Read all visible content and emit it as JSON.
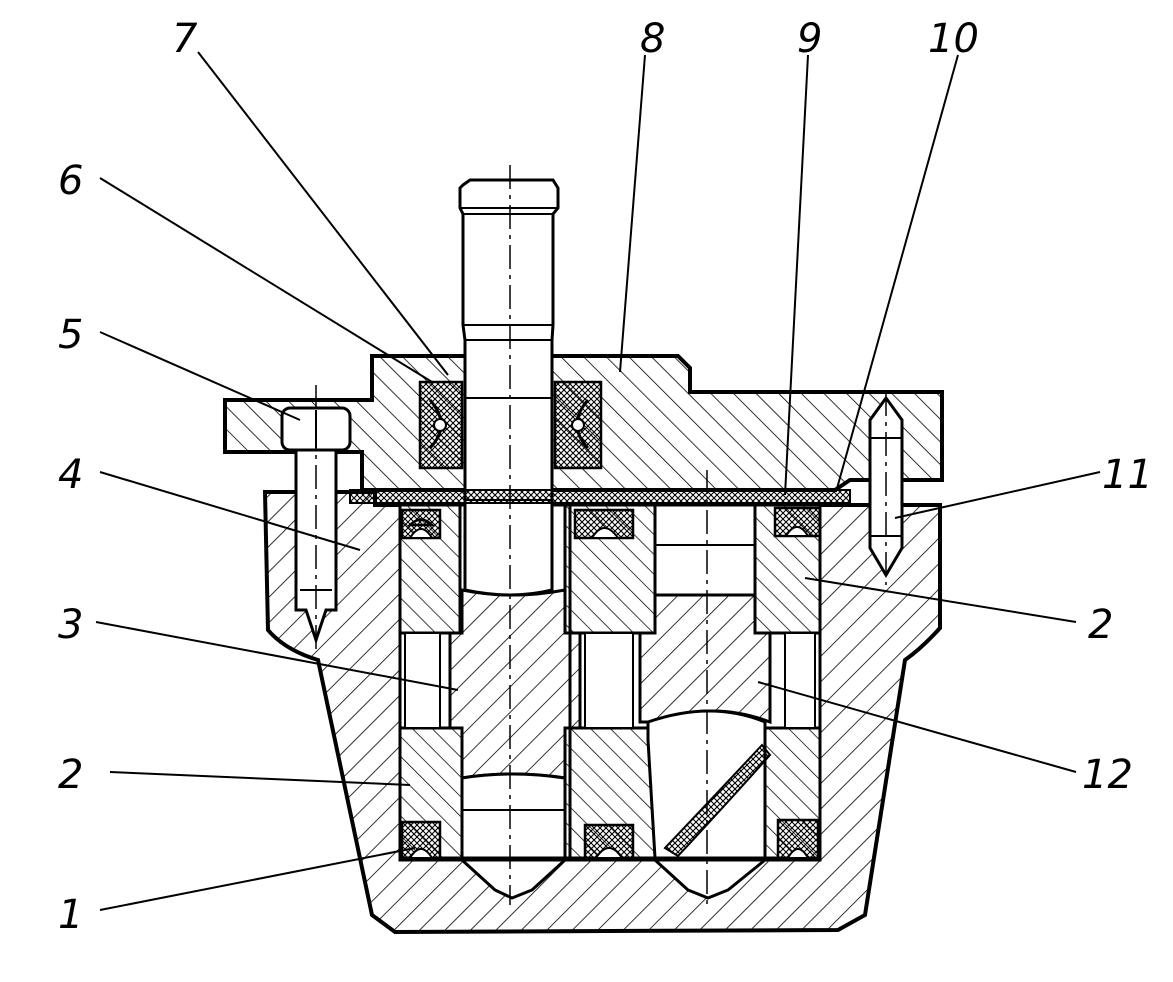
{
  "diagram": {
    "callouts": [
      {
        "id": "c1",
        "text": "1"
      },
      {
        "id": "c2a",
        "text": "2"
      },
      {
        "id": "c2b",
        "text": "2"
      },
      {
        "id": "c3",
        "text": "3"
      },
      {
        "id": "c4",
        "text": "4"
      },
      {
        "id": "c5",
        "text": "5"
      },
      {
        "id": "c6",
        "text": "6"
      },
      {
        "id": "c7",
        "text": "7"
      },
      {
        "id": "c8",
        "text": "8"
      },
      {
        "id": "c9",
        "text": "9"
      },
      {
        "id": "c10",
        "text": "10"
      },
      {
        "id": "c11",
        "text": "11"
      },
      {
        "id": "c12",
        "text": "12"
      }
    ],
    "colors": {
      "ink": "#000000",
      "paper": "#ffffff"
    }
  }
}
